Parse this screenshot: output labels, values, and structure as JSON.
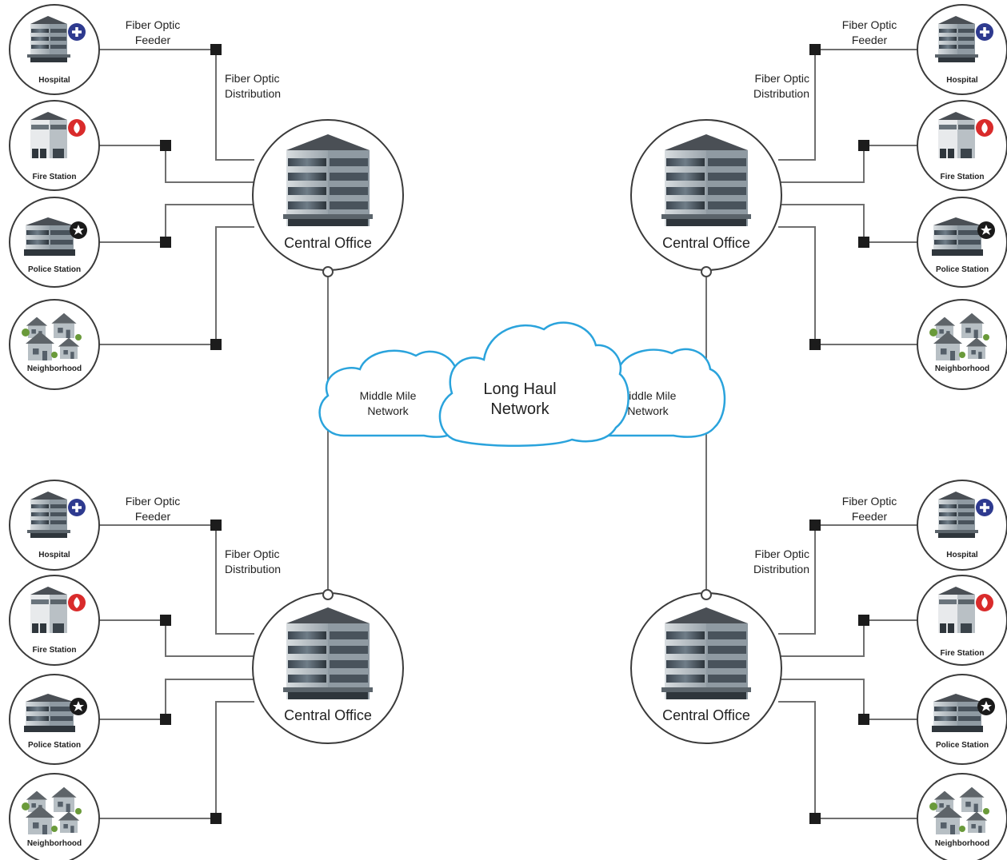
{
  "labels": {
    "feeder": [
      "Fiber Optic",
      "Feeder"
    ],
    "distribution": [
      "Fiber Optic",
      "Distribution"
    ],
    "central_office": "Central Office",
    "hospital": "Hospital",
    "fire_station": "Fire Station",
    "police_station": "Police Station",
    "neighborhood": "Neighborhood"
  },
  "clouds": {
    "left": [
      "Middle Mile",
      "Network"
    ],
    "center": [
      "Long Haul",
      "Network"
    ],
    "right": [
      "Middle Mile",
      "Network"
    ]
  },
  "colors": {
    "cloud_stroke": "#2aa3dc",
    "hospital_badge": "#2e3a8f",
    "fire_badge": "#d92b2b",
    "police_badge": "#1a1a1a"
  },
  "quadrants": [
    "top-left",
    "top-right",
    "bottom-left",
    "bottom-right"
  ]
}
